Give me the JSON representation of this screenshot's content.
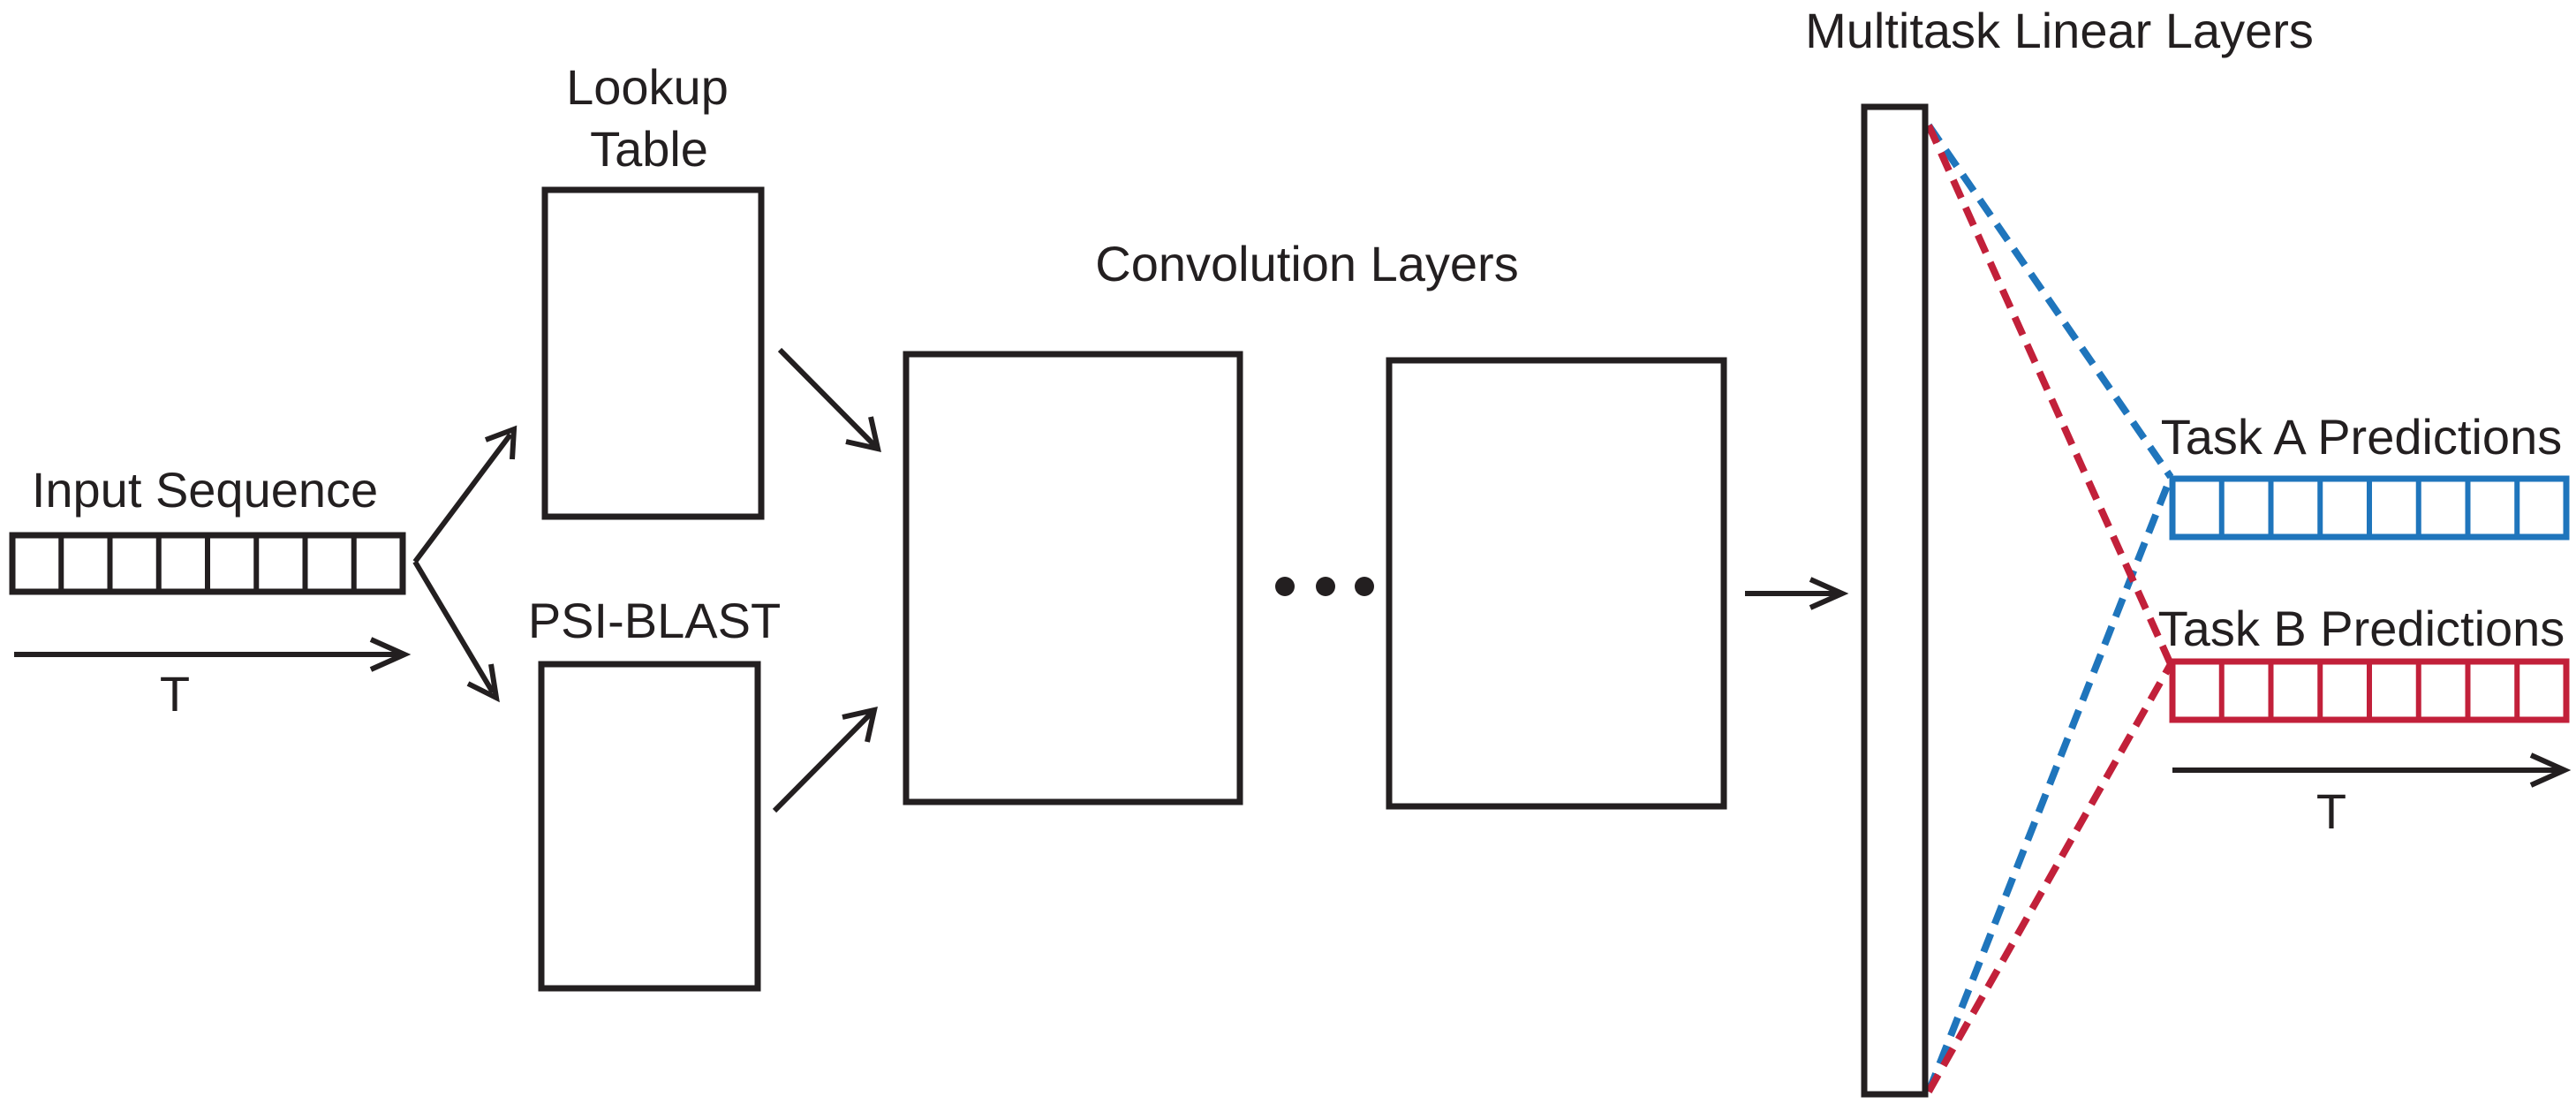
{
  "labels": {
    "input_sequence": "Input Sequence",
    "lookup_table_line1": "Lookup",
    "lookup_table_line2": "Table",
    "psi_blast": "PSI-BLAST",
    "convolution_layers": "Convolution Layers",
    "multitask_linear_layers": "Multitask Linear Layers",
    "task_a": "Task A Predictions",
    "task_b": "Task B Predictions",
    "time_axis_input": "T",
    "time_axis_output": "T"
  },
  "sequence_cells": {
    "input": 8,
    "task_a": 8,
    "task_b": 8
  },
  "colors": {
    "ink": "#231f20",
    "task_a": "#1f75bc",
    "task_b": "#c2203a"
  }
}
